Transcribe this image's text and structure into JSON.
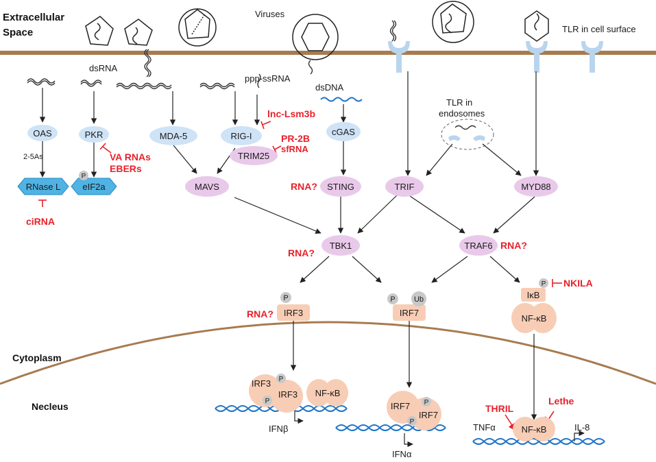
{
  "regions": {
    "extracellular": [
      "Extracellular",
      "Space"
    ],
    "cytoplasm": "Cytoplasm",
    "nucleus": "Necleus"
  },
  "top_labels": {
    "viruses": "Viruses",
    "tlr_surface": "TLR in cell surface",
    "tlr_endosome": [
      "TLR in",
      "endosomes"
    ]
  },
  "ligands": {
    "dsrna": "dsRNA",
    "ppp_ssrna": "ppp-ssRNA",
    "dsdna": "dsDNA",
    "two_5as": "2-5As"
  },
  "proteins": {
    "oas": "OAS",
    "pkr": "PKR",
    "mda5": "MDA-5",
    "rigi": "RIG-I",
    "cgas": "cGAS",
    "rnasel": "RNase L",
    "eif2a": "eIF2a",
    "trim25": "TRIM25",
    "mavs": "MAVS",
    "sting": "STING",
    "trif": "TRIF",
    "myd88": "MYD88",
    "tbk1": "TBK1",
    "traf6": "TRAF6",
    "irf3": "IRF3",
    "irf7": "IRF7",
    "ikb": "IκB",
    "nfkb": "NF-κB"
  },
  "marks": {
    "p": "P",
    "ub": "Ub"
  },
  "regulators": {
    "cirna": "ciRNA",
    "va_rnas": "VA RNAs",
    "ebers": "EBERs",
    "lnc_lsm3b": "lnc-Lsm3b",
    "pr2b": "PR-2B",
    "sfrna": "sfRNA",
    "rna_q": "RNA?",
    "nkila": "NKILA",
    "thril": "THRIL",
    "lethe": "Lethe"
  },
  "genes": {
    "ifnb": "IFNβ",
    "ifna": "IFNα",
    "tnfa": "TNFα",
    "il8": "IL-8"
  },
  "colors": {
    "membrane": "#a77b4f",
    "blue_node": "#cfe3f6",
    "hex_node": "#4fb3e3",
    "purple_node": "#e9c9ea",
    "salmon_node": "#f8cdb5",
    "phospho": "#c8c8c8",
    "dna": "#1f74c8",
    "inhibitor": "#e8202a",
    "tlr": "#b9d5ee"
  }
}
